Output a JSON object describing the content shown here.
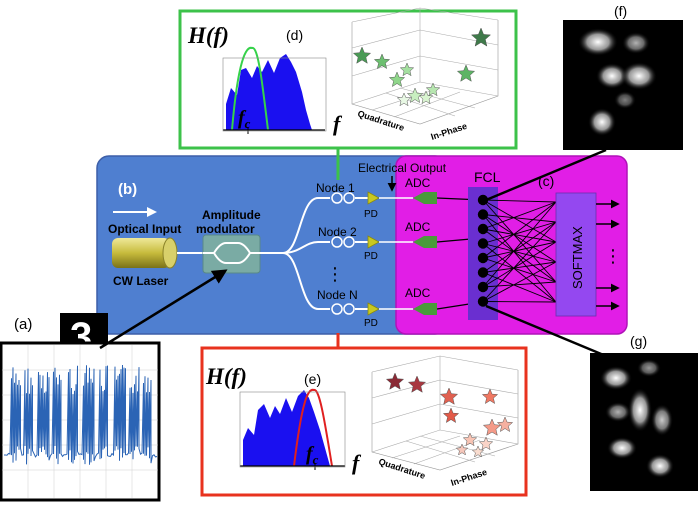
{
  "panels": {
    "a": "(a)",
    "b": "(b)",
    "c": "(c)",
    "d": "(d)",
    "e": "(e)",
    "f": "(f)",
    "g": "(g)"
  },
  "digit": "3",
  "blue_box": {
    "optical_input": "Optical Input",
    "laser": "CW Laser",
    "modulator_line1": "Amplitude",
    "modulator_line2": "modulator",
    "electrical_output": "Electrical Output",
    "dots": "⋮",
    "nodes": [
      {
        "label": "Node 1",
        "pd": "PD",
        "adc": "ADC"
      },
      {
        "label": "Node 2",
        "pd": "PD",
        "adc": "ADC"
      },
      {
        "label": "Node N",
        "pd": "PD",
        "adc": "ADC"
      }
    ]
  },
  "magenta_box": {
    "fcl": "FCL",
    "softmax": "SOFTMAX",
    "dots": "⋮"
  },
  "spectrum_top": {
    "y_label": "H(f)",
    "x_label": "f",
    "cutoff": "f",
    "cutoff_sub": "c",
    "axis_a": "Quadrature",
    "axis_b": "In-Phase"
  },
  "spectrum_bottom": {
    "y_label": "H(f)",
    "x_label": "f",
    "cutoff": "f",
    "cutoff_sub": "c",
    "axis_a": "Quadrature",
    "axis_b": "In-Phase"
  },
  "colors": {
    "green_frame": "#3cc24a",
    "red_frame": "#e8321e",
    "blue_box": "#4f7fd0",
    "magenta_box": "#e11ee6",
    "fcl_bar": "#6a2fd0",
    "spectrum_fill": "#1a10f0",
    "pd_triangle": "#c8c820",
    "adc_green": "#4a9a3a"
  }
}
